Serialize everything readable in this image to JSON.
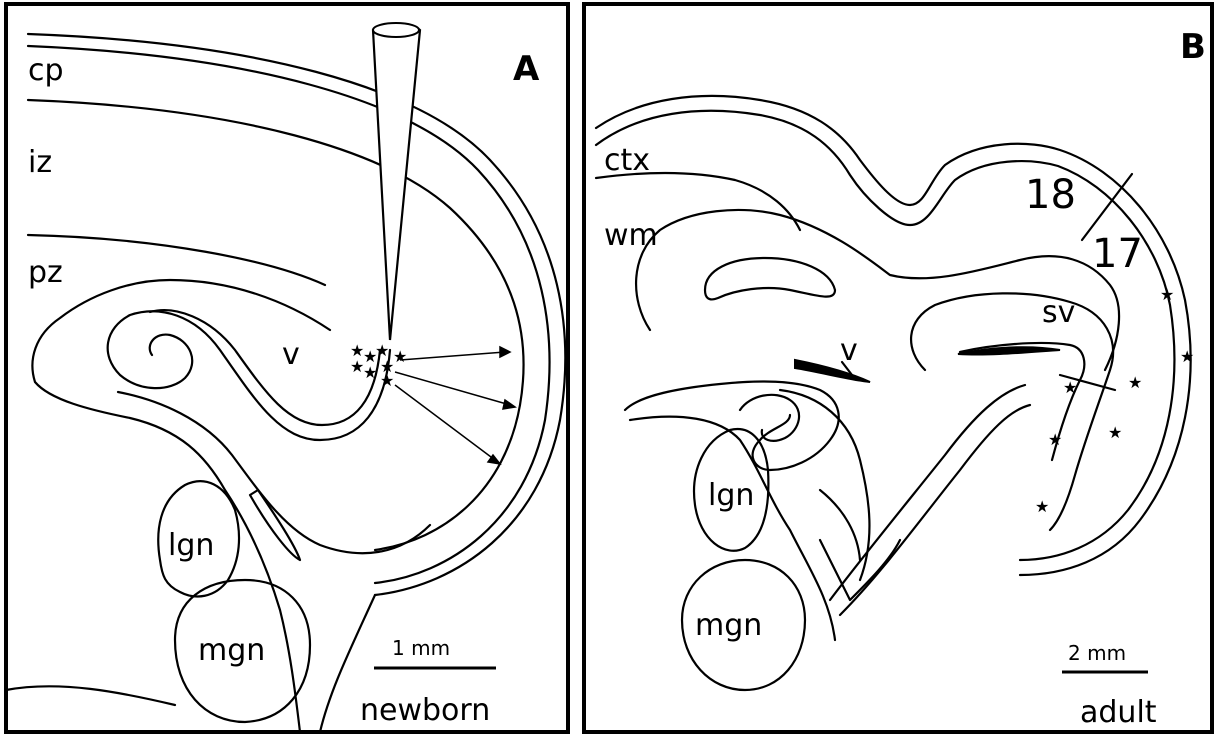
{
  "panel_a": {
    "letter": "A",
    "labels": {
      "cp": "cp",
      "iz": "iz",
      "pz": "pz",
      "v": "v",
      "lgn": "lgn",
      "mgn": "mgn"
    },
    "scale_bar": "1 mm",
    "age": "newborn"
  },
  "panel_b": {
    "letter": "B",
    "labels": {
      "ctx": "ctx",
      "wm": "wm",
      "area_18": "18",
      "area_17": "17",
      "sv": "sv",
      "v": "v",
      "lgn": "lgn",
      "mgn": "mgn"
    },
    "scale_bar": "2 mm",
    "age": "adult"
  },
  "icons": {
    "electrode": "injection-pipette-icon",
    "marker": "star-icon"
  }
}
